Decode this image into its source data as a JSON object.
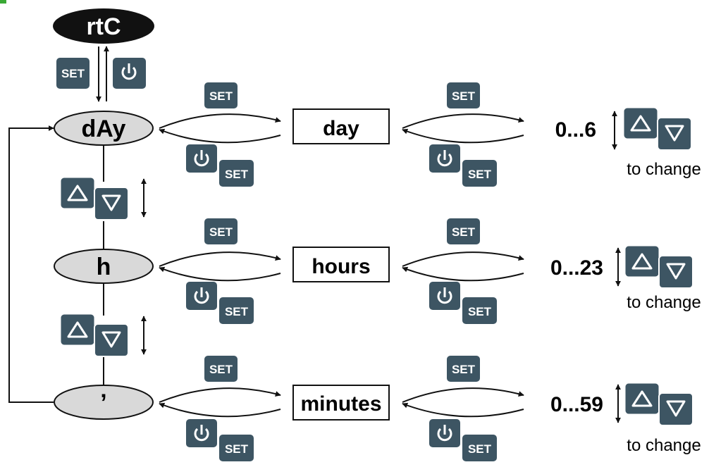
{
  "diagram": {
    "menu": {
      "code": "rtC"
    },
    "keys": {
      "set_label": "SET",
      "on_off_icon": "power-icon",
      "up_icon": "triangle-up-icon",
      "down_icon": "triangle-down-icon"
    },
    "params": [
      {
        "code": "dAy",
        "name": "day",
        "range": "0...6",
        "hint": "to change"
      },
      {
        "code": "h",
        "name": "hours",
        "range": "0...23",
        "hint": "to change"
      },
      {
        "code": "’",
        "name": "minutes",
        "range": "0...59",
        "hint": "to change"
      }
    ],
    "colors": {
      "key_fill": "#3d5563",
      "oval_fill": "#d9d9d9",
      "header_fill": "#111111",
      "accent": "#3aa935"
    }
  }
}
